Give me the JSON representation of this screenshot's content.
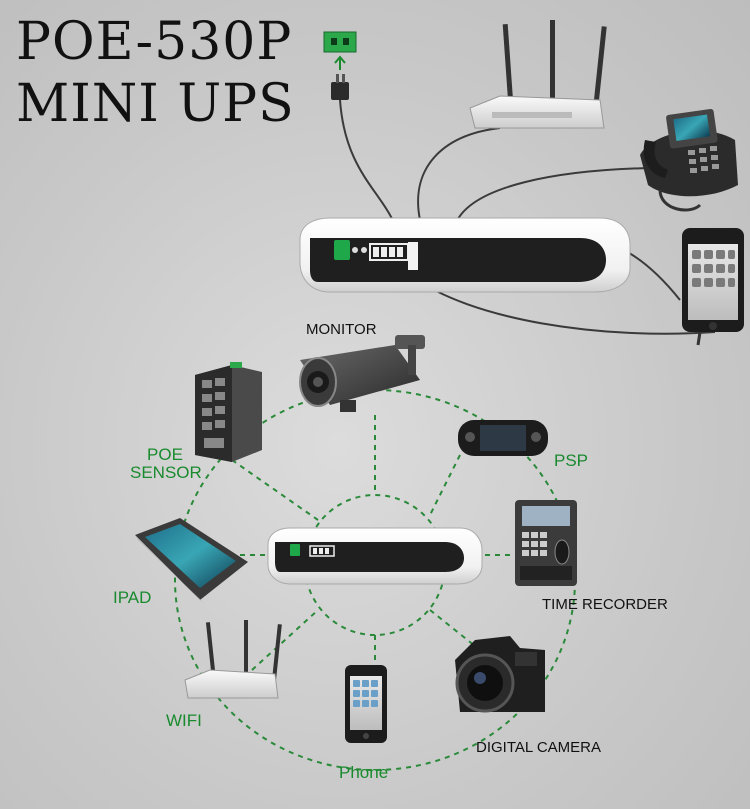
{
  "title": {
    "line1": "POE-530P",
    "line2": "MINI UPS"
  },
  "labels": {
    "monitor": "MONITOR",
    "poe_sensor_1": "POE",
    "poe_sensor_2": "SENSOR",
    "psp": "PSP",
    "time_recorder": "TIME RECORDER",
    "ipad": "IPAD",
    "wifi": "WIFI",
    "phone": "Phone",
    "digital_camera": "DIGITAL  CAMERA"
  },
  "colors": {
    "accent_green": "#1a8a2e",
    "dashed_lines": "#2a8a3a",
    "background": "#c9c9c9"
  },
  "icons": [
    "power-connector-icon",
    "wifi-router-icon",
    "desk-phone-icon",
    "smartphone-icon",
    "ups-device-icon",
    "cctv-camera-icon",
    "poe-switch-icon",
    "psp-console-icon",
    "time-clock-icon",
    "tablet-icon",
    "dslr-camera-icon"
  ]
}
